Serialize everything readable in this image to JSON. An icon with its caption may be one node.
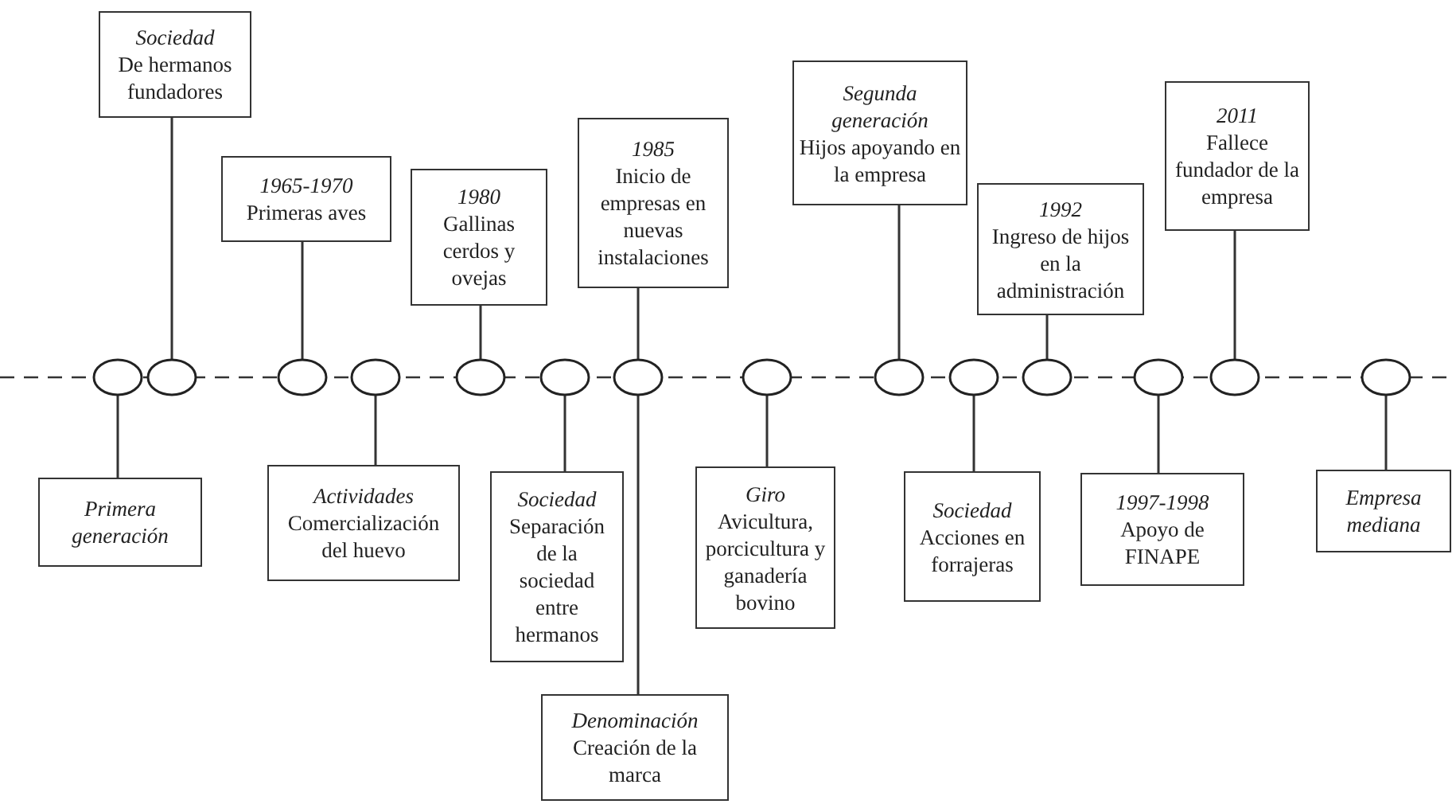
{
  "diagram": {
    "nodes": [
      {
        "text": [
          "Sociedad",
          "De hermanos fundadores"
        ]
      },
      {
        "text": [
          "1965-1970",
          "Primeras aves"
        ]
      },
      {
        "text": [
          "1980",
          "Gallinas cerdos y ovejas"
        ]
      },
      {
        "text": [
          "1985",
          "Inicio de empresas en nuevas instalaciones"
        ]
      },
      {
        "text": [
          "Segunda generación",
          "Hijos apoyando en la empresa"
        ]
      },
      {
        "text": [
          "1992",
          "Ingreso de hijos en la administración"
        ]
      },
      {
        "text": [
          "2011",
          "Fallece fundador de la empresa"
        ]
      },
      {
        "text": [],
        "shape": "circle"
      },
      {
        "text": [],
        "shape": "circle"
      },
      {
        "text": [],
        "shape": "circle"
      },
      {
        "text": [],
        "shape": "circle"
      },
      {
        "text": [],
        "shape": "circle"
      },
      {
        "text": [],
        "shape": "circle"
      },
      {
        "text": [],
        "shape": "circle"
      },
      {
        "text": [],
        "shape": "circle"
      },
      {
        "text": [],
        "shape": "circle"
      },
      {
        "text": [],
        "shape": "circle"
      },
      {
        "text": [],
        "shape": "circle"
      },
      {
        "text": [],
        "shape": "circle"
      },
      {
        "text": [],
        "shape": "circle"
      },
      {
        "text": [],
        "shape": "circle"
      },
      {
        "text": [
          "Primera generación"
        ]
      },
      {
        "text": [
          "Actividades",
          "Comercialización del huevo"
        ]
      },
      {
        "text": [
          "Sociedad",
          "Separación de la sociedad entre hermanos"
        ]
      },
      {
        "text": [
          "Denominación",
          "Creación de la marca"
        ]
      },
      {
        "text": [
          "Giro",
          "Avicultura, porcicultura y ganadería bovino"
        ]
      },
      {
        "text": [
          "Sociedad",
          "Acciones en forrajeras"
        ]
      },
      {
        "text": [
          "1997-1998",
          "Apoyo de FINAPE"
        ]
      },
      {
        "text": [
          "Empresa mediana"
        ]
      }
    ],
    "edges": [
      {
        "from": 7,
        "to": 21,
        "arrow": "none"
      },
      {
        "from": 8,
        "to": 0,
        "arrow": "none"
      },
      {
        "from": 9,
        "to": 1,
        "arrow": "none"
      },
      {
        "from": 10,
        "to": 22,
        "arrow": "none"
      },
      {
        "from": 11,
        "to": 2,
        "arrow": "none"
      },
      {
        "from": 12,
        "to": 23,
        "arrow": "none"
      },
      {
        "from": 13,
        "to": 3,
        "arrow": "none"
      },
      {
        "from": 13,
        "to": 24,
        "arrow": "none"
      },
      {
        "from": 14,
        "to": 25,
        "arrow": "none"
      },
      {
        "from": 15,
        "to": 4,
        "arrow": "none"
      },
      {
        "from": 16,
        "to": 26,
        "arrow": "none"
      },
      {
        "from": 17,
        "to": 5,
        "arrow": "none"
      },
      {
        "from": 18,
        "to": 27,
        "arrow": "none"
      },
      {
        "from": 19,
        "to": 6,
        "arrow": "none"
      },
      {
        "from": 20,
        "to": 28,
        "arrow": "none"
      }
    ]
  }
}
